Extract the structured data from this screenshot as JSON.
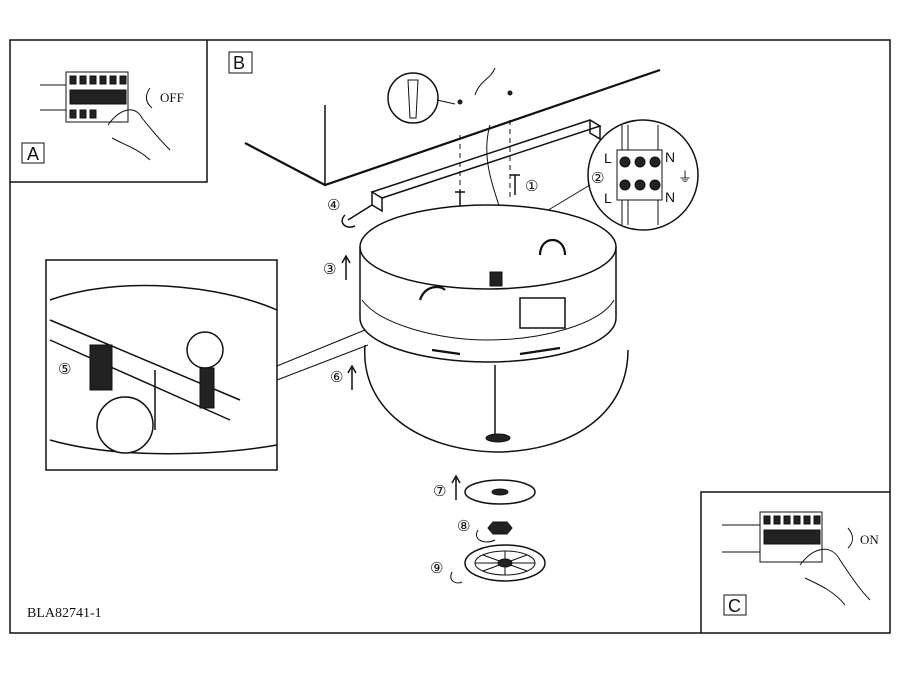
{
  "panels": {
    "a": {
      "label": "A",
      "switch_state": "OFF"
    },
    "b": {
      "label": "B"
    },
    "c": {
      "label": "C",
      "switch_state": "ON"
    }
  },
  "steps": [
    "①",
    "②",
    "③",
    "④",
    "⑤",
    "⑥",
    "⑦",
    "⑧",
    "⑨"
  ],
  "terminal": {
    "top_left": "L",
    "top_right": "N",
    "bottom_left": "L",
    "bottom_right": "N",
    "earth_symbol": "⏚"
  },
  "document_code": "BLA82741-1"
}
